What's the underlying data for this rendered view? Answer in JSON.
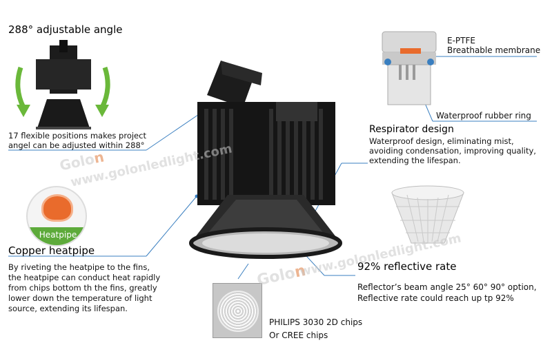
{
  "angle": {
    "title": "288° adjustable angle",
    "desc": [
      "17 flexible positions makes project",
      "angel can be adjusted within 288°"
    ]
  },
  "heatpipe": {
    "badge": "Heatpipe",
    "title": "Copper heatpipe",
    "desc": [
      "By riveting the heatpipe to the fins,",
      "the heatpipe can conduct heat rapidly",
      "from chips bottom th the fins, greatly",
      "lower down the temperature of light",
      "source, extending its lifespan."
    ]
  },
  "membrane": {
    "label_1": "E-PTFE",
    "label_2": "Breathable membrane",
    "ring_label": "Waterproof rubber ring"
  },
  "respirator": {
    "title": "Respirator design",
    "desc": [
      "Waterproof design, eliminating mist,",
      "avoiding condensation, improving quality,",
      "extending the lifespan."
    ]
  },
  "reflector": {
    "title": "92% reflective rate",
    "desc": [
      "Reflector’s beam angle  25° 60° 90° option,",
      "Reflective rate could reach up tp 92%"
    ]
  },
  "chips": {
    "line_1": "PHILIPS 3030 2D chips",
    "line_2": "Or CREE chips"
  },
  "watermarks": {
    "brand_a": "Golo",
    "brand_a_o": "n",
    "url": "www.golonledlight.com"
  },
  "colors": {
    "accent": "#3a7fc0",
    "arrow_green": "#6ab83a",
    "heatpipe_green": "#5daa3a",
    "fixture": "#1a1a1a"
  }
}
